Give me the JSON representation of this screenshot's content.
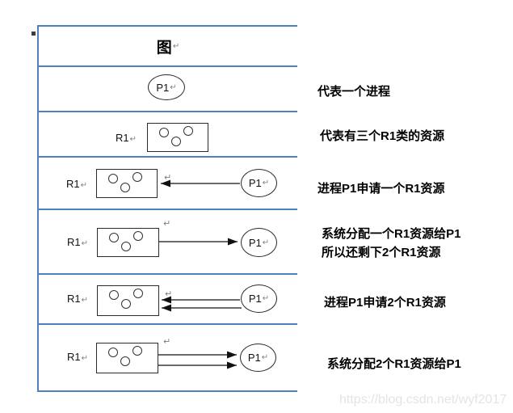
{
  "table": {
    "header": "图"
  },
  "notation": {
    "process_label": "P1",
    "resource_label": "R1",
    "return_mark": "↵"
  },
  "captions": [
    "代表一个进程",
    "代表有三个R1类的资源",
    "进程P1申请一个R1资源",
    "系统分配一个R1资源给P1",
    "所以还剩下2个R1资源",
    "进程P1申请2个R1资源",
    "系统分配2个R1资源给P1"
  ],
  "watermark": "https://blog.csdn.net/wyf2017",
  "colors": {
    "table_border": "#4f81bd",
    "shape_stroke": "#2a2a2a",
    "caption_text": "#000000",
    "return_mark": "#7f7f7f",
    "watermark_text": "#e4e4e4"
  }
}
